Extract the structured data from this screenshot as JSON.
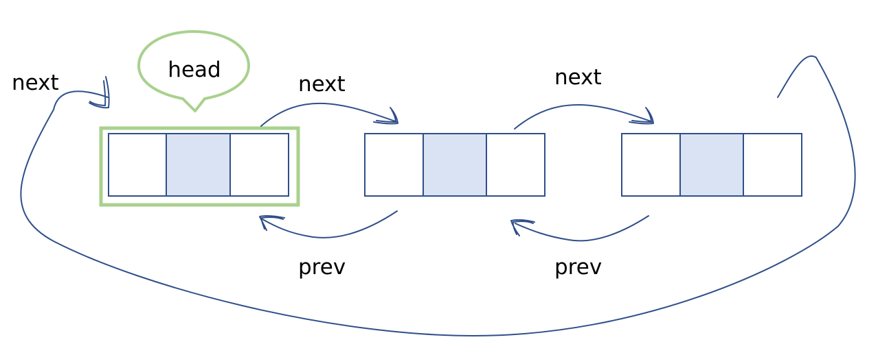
{
  "colors": {
    "line": "#2f4f8a",
    "cell_fill": "#dae3f3",
    "highlight": "#a9d18e"
  },
  "head_callout": {
    "label": "head"
  },
  "nodes": [
    {
      "id": "node-1",
      "cells": 3,
      "highlighted": true
    },
    {
      "id": "node-2",
      "cells": 3,
      "highlighted": false
    },
    {
      "id": "node-3",
      "cells": 3,
      "highlighted": false
    }
  ],
  "links": {
    "next_label": "next",
    "prev_label": "prev"
  },
  "edges": [
    {
      "from": "node-1",
      "to": "node-2",
      "label": "next"
    },
    {
      "from": "node-2",
      "to": "node-3",
      "label": "next"
    },
    {
      "from": "node-2",
      "to": "node-1",
      "label": "prev"
    },
    {
      "from": "node-3",
      "to": "node-2",
      "label": "prev"
    },
    {
      "from": "node-3",
      "to": "node-1",
      "label": "next"
    }
  ]
}
